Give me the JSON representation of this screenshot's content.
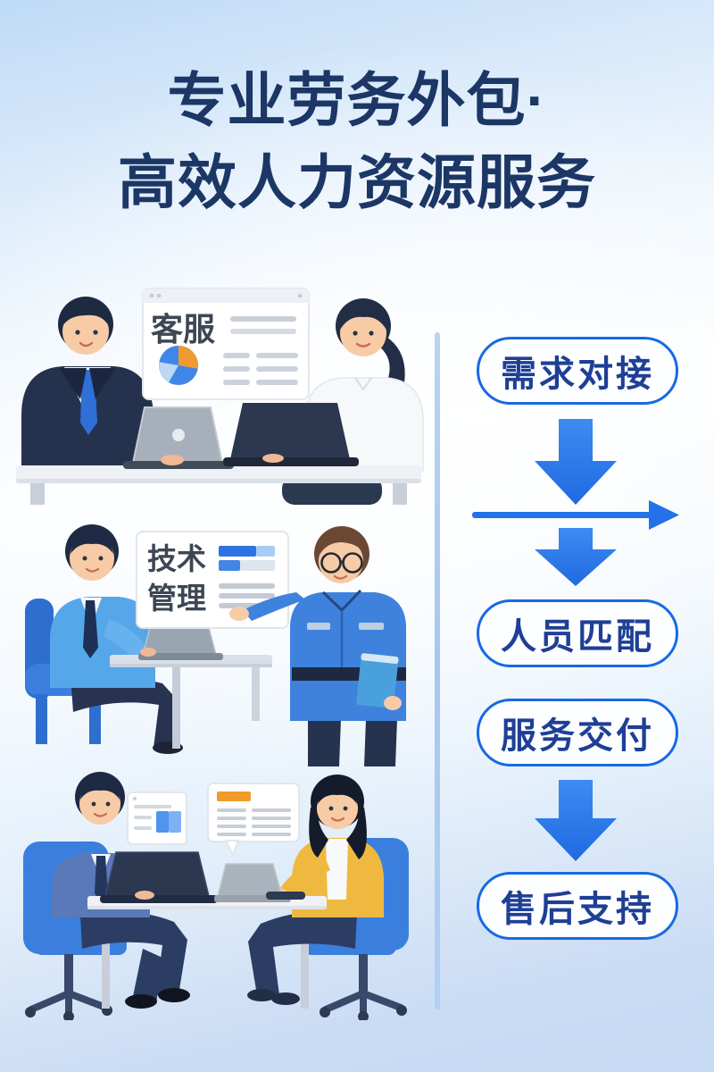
{
  "poster": {
    "title": {
      "line1": "专业劳务外包·",
      "line2": "高效人力资源服务"
    }
  },
  "flow": {
    "steps": [
      {
        "id": "demand-alignment",
        "label": "需求对接"
      },
      {
        "id": "staff-matching",
        "label": "人员匹配"
      },
      {
        "id": "service-delivery",
        "label": "服务交付"
      },
      {
        "id": "after-sales-support",
        "label": "售后支持"
      }
    ],
    "connector_icons": [
      "block-down-arrow-icon",
      "right-line-arrow-icon",
      "block-down-arrow-icon",
      "block-down-arrow-icon"
    ]
  },
  "scenes": [
    {
      "id": "customer-service-consult",
      "card": {
        "title": "客服"
      }
    },
    {
      "id": "technical-management-review",
      "card": {
        "line1": "技术",
        "line2": "管理"
      }
    },
    {
      "id": "after-sales-meeting",
      "card": {}
    }
  ],
  "colors": {
    "title_navy": "#1c3766",
    "flow_arrow_blue": "#2b7be9",
    "pill_border_blue": "#176ae2",
    "pill_text_navy": "#1e3f95",
    "divider_light_blue": "#a9c9ee",
    "background_light_blue": "#c3dcf6",
    "pie_blue": "#3f86e8",
    "pie_orange": "#f09a30",
    "bubble_orange": "#f09b2b",
    "suit_navy": "#25324e",
    "shirt_light_blue": "#55a7ea",
    "uniform_blue": "#3f82dd",
    "cardigan_yellow": "#efb93f",
    "office_chair_blue": "#3a7fdd"
  }
}
